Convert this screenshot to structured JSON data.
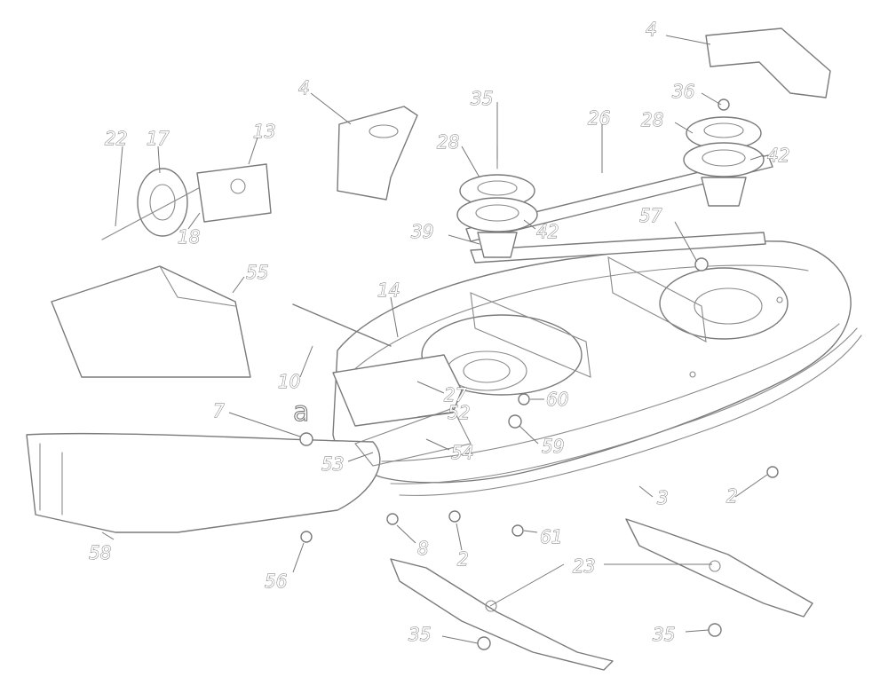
{
  "diagram": {
    "callouts": {
      "c4_top": "4",
      "c4_left": "4",
      "c35_top": "35",
      "c36": "36",
      "c26": "26",
      "c28_left": "28",
      "c28_right": "28",
      "c42_left": "42",
      "c42_right": "42",
      "c22": "22",
      "c17": "17",
      "c13": "13",
      "c18": "18",
      "c39": "39",
      "c57": "57",
      "c55": "55",
      "c14": "14",
      "c10": "10",
      "c27": "27",
      "c52": "52",
      "c60": "60",
      "c59": "59",
      "c7": "7",
      "ca": "a",
      "c53": "53",
      "c54": "54",
      "c2_right": "2",
      "c3": "3",
      "c8": "8",
      "c2_mid": "2",
      "c61": "61",
      "c58": "58",
      "c56": "56",
      "c23": "23",
      "c35_left": "35",
      "c35_right": "35"
    }
  }
}
